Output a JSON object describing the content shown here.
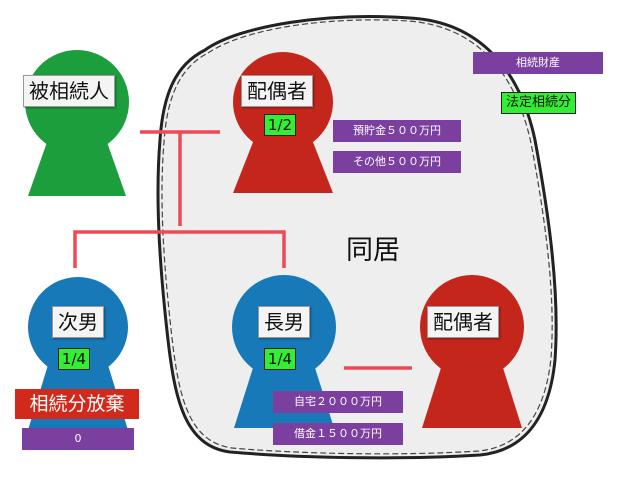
{
  "persons": {
    "decedent": {
      "label": "被相続人",
      "color": "#1d9e3d"
    },
    "spouse": {
      "label": "配偶者",
      "share": "1/2",
      "color": "#c4261c"
    },
    "second_son": {
      "label": "次男",
      "share": "1/4",
      "color": "#1779b8"
    },
    "eldest_son": {
      "label": "長男",
      "share": "1/4",
      "color": "#1779b8"
    },
    "son_spouse": {
      "label": "配偶者",
      "color": "#c4261c"
    }
  },
  "assets": {
    "spouse": [
      "預貯金５００万円",
      "その他５００万円"
    ],
    "eldest_son": [
      "自宅２０００万円",
      "借金１５００万円"
    ],
    "second_son": "0"
  },
  "renunciation_label": "相続分放棄",
  "cohabitation_label": "同居",
  "legend": {
    "estate": "相続財産",
    "statutory_share": "法定相続分"
  },
  "colors": {
    "line": "#ee4a55",
    "purple": "#7b3fa0",
    "share_green": "#33ee33",
    "banner_red": "#d12a1c"
  }
}
